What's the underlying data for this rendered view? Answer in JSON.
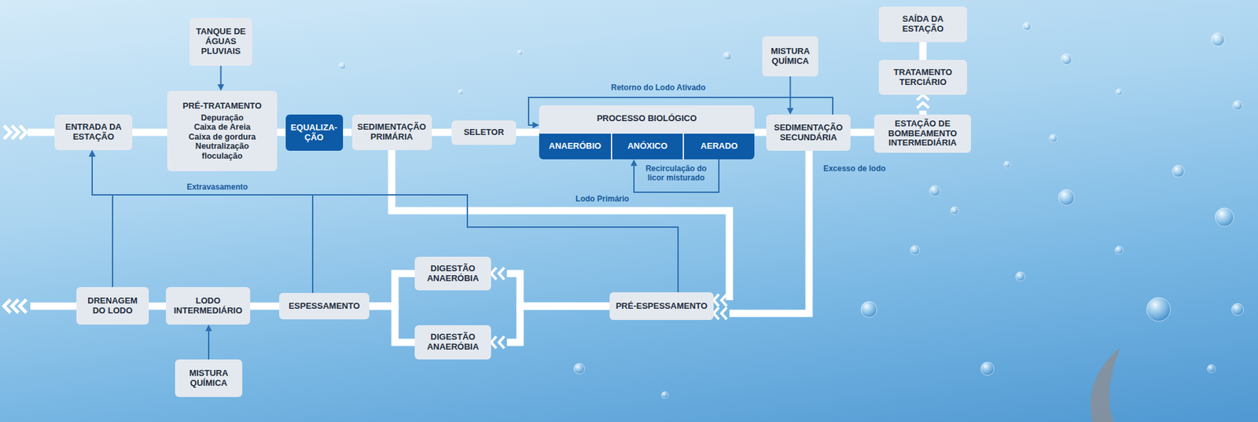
{
  "diagram": {
    "nodes": [
      {
        "text": [
          "ENTRADA DA ESTAÇÃO"
        ]
      },
      {
        "text": [
          "TANQUE DE ÁGUAS PLUVIAIS"
        ]
      },
      {
        "text": [
          "PRÉ-TRATAMENTO",
          "Depuração",
          "Caixa de Areia",
          "Caixa de gordura",
          "Neutralização",
          "floculação"
        ]
      },
      {
        "text": [
          "EQUALIZA- ÇÃO"
        ]
      },
      {
        "text": [
          "SEDIMENTAÇÃO PRIMÁRIA"
        ]
      },
      {
        "text": [
          "SELETOR"
        ]
      },
      {
        "text": [
          "PROCESSO BIOLÓGICO"
        ]
      },
      {
        "text": [
          "ANAERÓBIO"
        ],
        "in": 6
      },
      {
        "text": [
          "ANÓXICO"
        ],
        "in": 6
      },
      {
        "text": [
          "AERADO"
        ],
        "in": 6
      },
      {
        "text": [
          "MISTURA QUÍMICA"
        ]
      },
      {
        "text": [
          "SEDIMENTAÇÃO SECUNDÁRIA"
        ]
      },
      {
        "text": [
          "SAÍDA DA ESTAÇÃO"
        ]
      },
      {
        "text": [
          "TRATAMENTO TERCIÁRIO"
        ]
      },
      {
        "text": [
          "ESTAÇÃO DE BOMBEAMENTO INTERMEDIÁRIA"
        ]
      },
      {
        "text": [
          "DRENAGEM DO LODO"
        ]
      },
      {
        "text": [
          "LODO INTERMEDIÁRIO"
        ]
      },
      {
        "text": [
          "MISTURA QUÍMICA"
        ]
      },
      {
        "text": [
          "ESPESSAMENTO"
        ]
      },
      {
        "text": [
          "DIGESTÃO ANAERÓBIA"
        ]
      },
      {
        "text": [
          "DIGESTÃO ANAERÓBIA"
        ]
      },
      {
        "text": [
          "PRÉ-ESPESSAMENTO"
        ]
      }
    ],
    "edges": [
      {
        "from": 0,
        "to": 2,
        "arrow": "none"
      },
      {
        "from": 1,
        "to": 2,
        "arrow": "to"
      },
      {
        "from": 2,
        "to": 3,
        "arrow": "none"
      },
      {
        "from": 3,
        "to": 4,
        "arrow": "none"
      },
      {
        "from": 4,
        "to": 5,
        "arrow": "none"
      },
      {
        "from": 5,
        "to": 6,
        "arrow": "none"
      },
      {
        "from": 6,
        "to": 11,
        "arrow": "none"
      },
      {
        "from": 10,
        "to": 11,
        "arrow": "to"
      },
      {
        "from": 11,
        "to": 6,
        "arrow": "to",
        "label": "Retorno do Lodo Ativado"
      },
      {
        "from": 9,
        "to": 8,
        "arrow": "to",
        "label": "Recirculação do licor misturado"
      },
      {
        "from": 11,
        "to": 14,
        "arrow": "none"
      },
      {
        "from": 14,
        "to": 13,
        "arrow": "to"
      },
      {
        "from": 13,
        "to": 12,
        "arrow": "none"
      },
      {
        "from": 4,
        "to": 21,
        "arrow": "to",
        "label": "Lodo Primário"
      },
      {
        "from": 11,
        "to": 21,
        "arrow": "to",
        "label": "Excesso de lodo"
      },
      {
        "from": 21,
        "to": 19,
        "arrow": "to"
      },
      {
        "from": 21,
        "to": 20,
        "arrow": "to"
      },
      {
        "from": 19,
        "to": 18,
        "arrow": "none"
      },
      {
        "from": 20,
        "to": 18,
        "arrow": "none"
      },
      {
        "from": 18,
        "to": 16,
        "arrow": "none"
      },
      {
        "from": 16,
        "to": 15,
        "arrow": "none"
      },
      {
        "from": 17,
        "to": 16,
        "arrow": "to"
      },
      {
        "from": 18,
        "to": 0,
        "arrow": "to",
        "label": "Extravasamento"
      },
      {
        "from": 15,
        "to": 0,
        "arrow": "to"
      },
      {
        "from": 21,
        "to": 0,
        "arrow": "to"
      }
    ]
  }
}
